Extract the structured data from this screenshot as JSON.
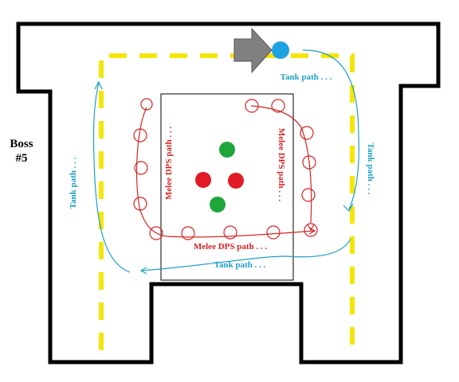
{
  "boss_label": {
    "line1": "Boss",
    "line2": "#5"
  },
  "tank_paths": [
    {
      "text": "Tank path . . ."
    },
    {
      "text": "Tank path . . ."
    },
    {
      "text": "Tank path . . ."
    },
    {
      "text": "Tank path . . ."
    }
  ],
  "melee_paths": [
    {
      "text": "Melee DPS path . . ."
    },
    {
      "text": "Melee DPS path . . ."
    },
    {
      "text": "Melee DPS path . . ."
    }
  ],
  "colors": {
    "wall": "#000000",
    "dashed_path": "#f5e60a",
    "tank": "#1e9fc6",
    "melee": "#d42424",
    "green_marker": "#1fa63a",
    "red_marker": "#e01b24",
    "arrow": "#808080"
  },
  "icons": [
    "boss-arrow-icon",
    "tank-marker-icon",
    "dps-marker-icon",
    "melee-position-icon"
  ]
}
